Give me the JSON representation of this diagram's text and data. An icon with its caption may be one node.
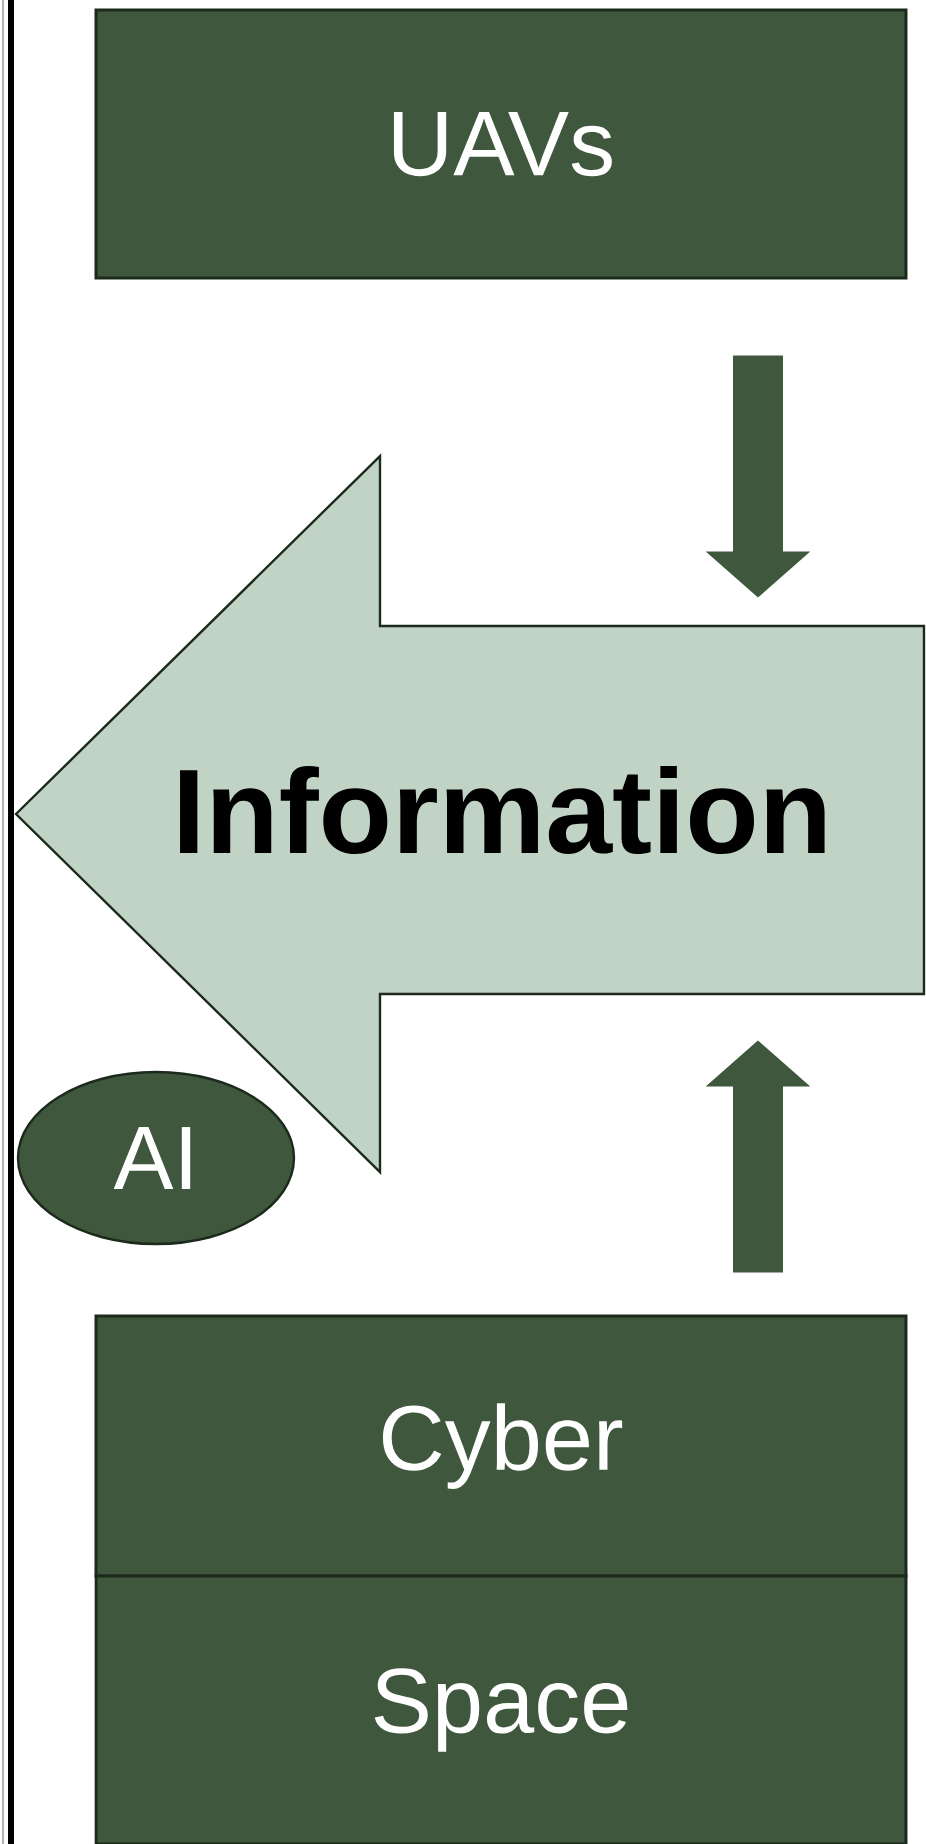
{
  "diagram": {
    "nodes": [
      {
        "text": [
          "UAVs"
        ]
      },
      {
        "text": [
          "Information"
        ]
      },
      {
        "text": [
          "AI"
        ]
      },
      {
        "text": [
          "Cyber"
        ]
      },
      {
        "text": [
          "Space"
        ]
      }
    ],
    "edges": [
      {
        "from": 0,
        "to": 1,
        "arrow": "to"
      },
      {
        "from": 3,
        "to": 1,
        "arrow": "to"
      }
    ]
  }
}
